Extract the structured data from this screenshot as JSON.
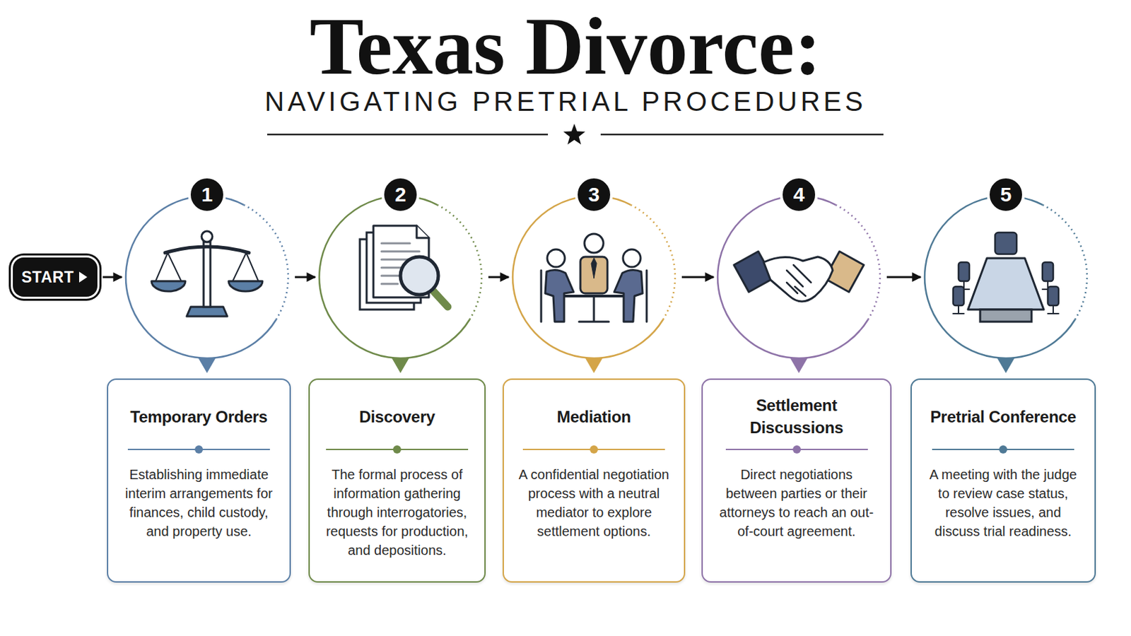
{
  "diagram": {
    "title": "Texas Divorce:",
    "nodes": [
      {
        "text": [
          "START"
        ]
      },
      {
        "text": [
          "1"
        ]
      },
      {
        "text": [
          "Temporary Orders",
          "Establishing immediate interim arrangements for finances, child custody, and property use."
        ]
      },
      {
        "text": [
          "2"
        ]
      },
      {
        "text": [
          "Discovery",
          "The formal process of information gathering through interrogatories, requests for production, and depositions."
        ]
      },
      {
        "text": [
          "3"
        ]
      },
      {
        "text": [
          "Mediation",
          "A confidential negotiation process with a neutral mediator to explore settlement options."
        ]
      },
      {
        "text": [
          "4"
        ]
      },
      {
        "text": [
          "Settlement Discussions",
          "Direct negotiations between parties or their attorneys to reach an out-of-court agreement."
        ]
      },
      {
        "text": [
          "5"
        ]
      },
      {
        "text": [
          "Pretrial Conference",
          "A meeting with the judge to review case status, resolve issues, and discuss trial readiness."
        ]
      }
    ],
    "edges": [
      {
        "from": 0,
        "to": 1,
        "arrow": "to"
      },
      {
        "from": 1,
        "to": 3,
        "arrow": "to"
      },
      {
        "from": 3,
        "to": 5,
        "arrow": "to"
      },
      {
        "from": 5,
        "to": 7,
        "arrow": "to"
      },
      {
        "from": 7,
        "to": 9,
        "arrow": "to"
      }
    ],
    "labels": [
      "NAVIGATING PRETRIAL PROCEDURES"
    ]
  }
}
